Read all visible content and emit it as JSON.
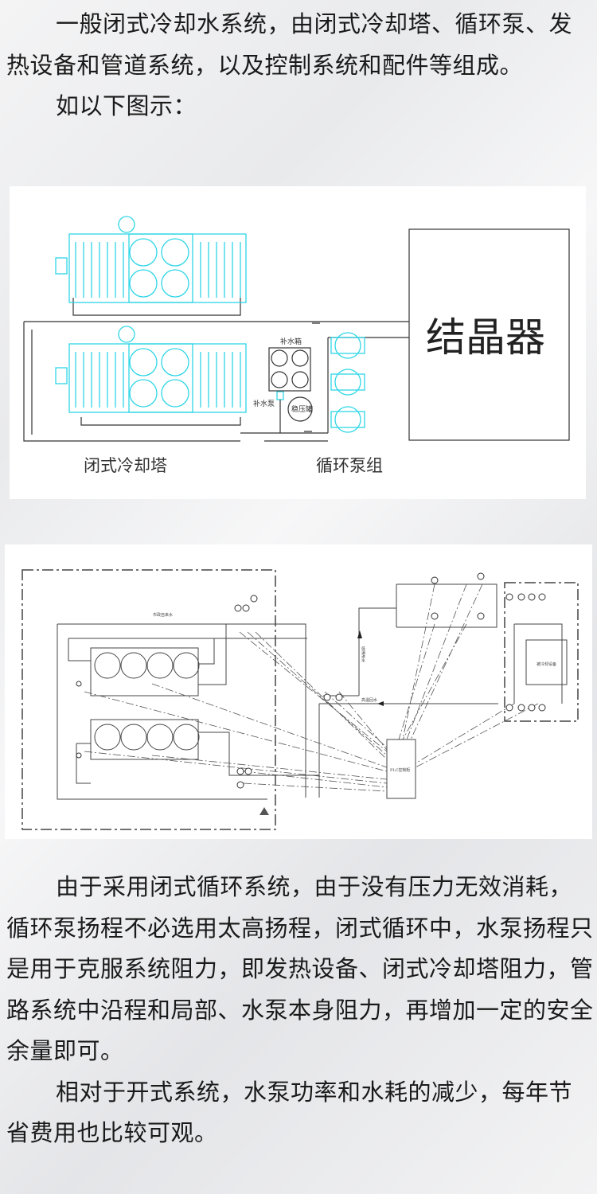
{
  "intro": {
    "paragraph": "一般闭式冷却水系统，由闭式冷却塔、循环泵、发热设备和管道系统，以及控制系统和配件等组成。",
    "lead": "如以下图示："
  },
  "diagram1": {
    "crystallizer": "结晶器",
    "makeup_tank": "补水箱",
    "makeup_pump": "补水泵",
    "pressure_tank": "稳压罐",
    "tower_caption": "闭式冷却塔",
    "pump_caption": "循环泵组",
    "accent_color": "#2ed6e6"
  },
  "diagram2": {
    "city_water": "市政自来水",
    "low_temp_in": "低温进水",
    "high_temp_return": "高温回水",
    "cooled_equipment": "被冷却设备",
    "plc": "PLC控制柜"
  },
  "body": {
    "paragraph1": "由于采用闭式循环系统，由于没有压力无效消耗，循环泵扬程不必选用太高扬程，闭式循环中，水泵扬程只是用于克服系统阻力，即发热设备、闭式冷却塔阻力，管路系统中沿程和局部、水泵本身阻力，再增加一定的安全余量即可。",
    "paragraph2": "相对于开式系统，水泵功率和水耗的减少，每年节省费用也比较可观。"
  }
}
